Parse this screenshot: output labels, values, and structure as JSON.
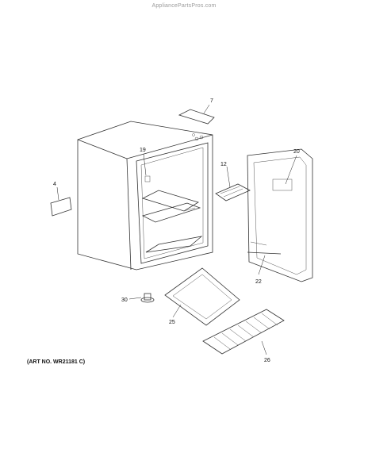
{
  "watermark": "AppliancePartsPros.com",
  "art_number": "(ART NO. WR21181 C)",
  "callouts": [
    "7",
    "19",
    "12",
    "20",
    "4",
    "22",
    "30",
    "25",
    "26"
  ]
}
